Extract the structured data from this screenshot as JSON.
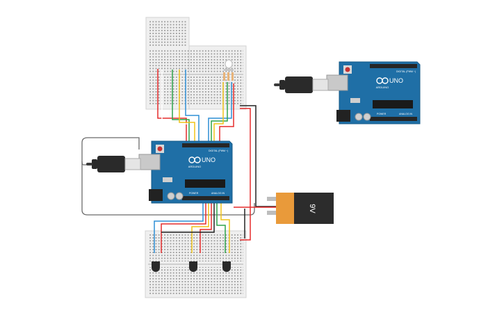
{
  "arduino_left": {
    "brand": "ARDUINO",
    "model": "UNO",
    "digital_header": "DIGITAL (PWM ~)",
    "analog_header": "ANALOG IN",
    "power_header": "POWER"
  },
  "arduino_right": {
    "brand": "ARDUINO",
    "model": "UNO",
    "digital_header": "DIGITAL (PWM ~)",
    "analog_header": "ANALOG IN",
    "power_header": "POWER"
  },
  "battery": {
    "label": "9V"
  },
  "colors": {
    "board": "#1f6fa6",
    "board_edge": "#155a87",
    "breadboard": "#efefef",
    "breadboard_edge": "#d3d3d3",
    "battery_orange": "#e99a3a",
    "battery_dark": "#2c2c2c",
    "wire_red": "#e52b2b",
    "wire_green": "#2ea34a",
    "wire_yellow": "#f0c419",
    "wire_blue": "#2f8fd6",
    "wire_black": "#222222",
    "wire_orange": "#f07f1d",
    "cable_gray": "#6b6b6b"
  },
  "icons": [
    "usb-plug-icon",
    "arduino-infinity-logo",
    "battery-icon",
    "led-icon",
    "resistor-icon",
    "sensor-icon"
  ]
}
